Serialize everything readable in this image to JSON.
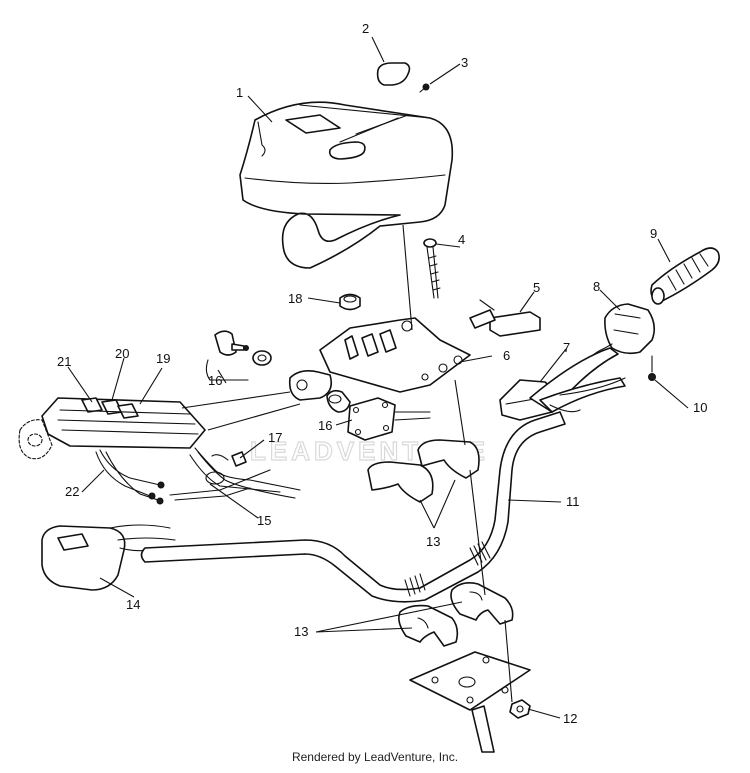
{
  "callouts": [
    {
      "id": "c1",
      "text": "1"
    },
    {
      "id": "c2",
      "text": "2"
    },
    {
      "id": "c3",
      "text": "3"
    },
    {
      "id": "c4",
      "text": "4"
    },
    {
      "id": "c5",
      "text": "5"
    },
    {
      "id": "c6",
      "text": "6"
    },
    {
      "id": "c7",
      "text": "7"
    },
    {
      "id": "c8",
      "text": "8"
    },
    {
      "id": "c9",
      "text": "9"
    },
    {
      "id": "c10",
      "text": "10"
    },
    {
      "id": "c11",
      "text": "11"
    },
    {
      "id": "c12",
      "text": "12"
    },
    {
      "id": "c13a",
      "text": "13"
    },
    {
      "id": "c13b",
      "text": "13"
    },
    {
      "id": "c14",
      "text": "14"
    },
    {
      "id": "c15",
      "text": "15"
    },
    {
      "id": "c16a",
      "text": "16"
    },
    {
      "id": "c16b",
      "text": "16"
    },
    {
      "id": "c17",
      "text": "17"
    },
    {
      "id": "c18",
      "text": "18"
    },
    {
      "id": "c19",
      "text": "19"
    },
    {
      "id": "c20",
      "text": "20"
    },
    {
      "id": "c21",
      "text": "21"
    },
    {
      "id": "c22",
      "text": "22"
    }
  ],
  "watermark": "LEADVENTURE",
  "footer": "Rendered by LeadVenture, Inc."
}
